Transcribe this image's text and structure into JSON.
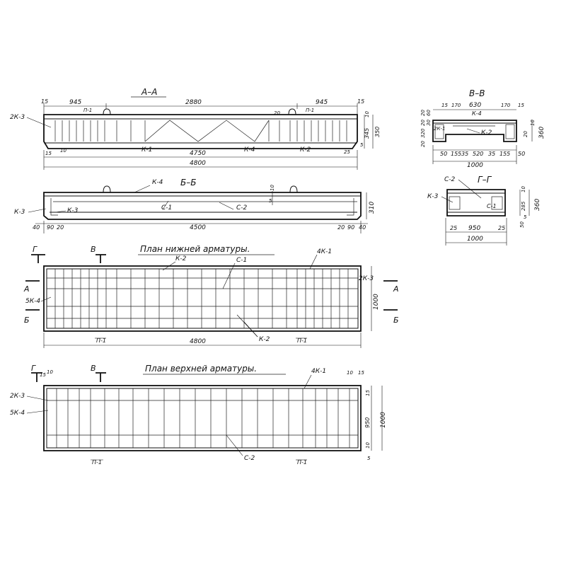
{
  "section_aa": {
    "title": "А–А",
    "dims": [
      "15",
      "945",
      "2880",
      "945",
      "15",
      "10",
      "345",
      "350",
      "5",
      "15",
      "10",
      "4750",
      "25",
      "4800",
      "20"
    ],
    "labels": [
      "2К-3",
      "П-1",
      "П-1",
      "К-1",
      "К-4",
      "К-2"
    ]
  },
  "section_bb": {
    "title": "Б–Б",
    "dims": [
      "10",
      "5",
      "310",
      "40",
      "20",
      "90",
      "4500",
      "20",
      "90",
      "40"
    ],
    "labels": [
      "К-4",
      "С-1",
      "С-2",
      "К-3",
      "К-3"
    ]
  },
  "section_vv": {
    "title": "В–В",
    "dims": [
      "15",
      "170",
      "630",
      "170",
      "15",
      "60",
      "20",
      "20",
      "320",
      "20",
      "30",
      "360",
      "20",
      "10",
      "50",
      "155",
      "35",
      "520",
      "35",
      "155",
      "50",
      "1000"
    ],
    "labels": [
      "К-4",
      "2К-1",
      "К-2"
    ]
  },
  "section_gg": {
    "title": "Г–Г",
    "dims": [
      "10",
      "285",
      "360",
      "5",
      "50",
      "25",
      "950",
      "25",
      "1000"
    ],
    "labels": [
      "С-2",
      "К-3",
      "С-1"
    ]
  },
  "plan_bottom": {
    "title": "План нижней арматуры.",
    "cut_marks": [
      "Г",
      "В",
      "А",
      "А",
      "Б",
      "Б"
    ],
    "dims": [
      "1000",
      "4800"
    ],
    "labels": [
      "К-2",
      "С-1",
      "4К-1",
      "2К-3",
      "5К-4",
      "П-1",
      "К-2",
      "П-1"
    ]
  },
  "plan_top": {
    "title": "План верхней арматуры.",
    "cut_marks": [
      "Г",
      "В"
    ],
    "dims": [
      "15",
      "10",
      "10",
      "15",
      "15",
      "950",
      "1000",
      "10",
      "5"
    ],
    "labels": [
      "4К-1",
      "2К-3",
      "5К-4",
      "П-1",
      "С-2",
      "П-1"
    ]
  }
}
